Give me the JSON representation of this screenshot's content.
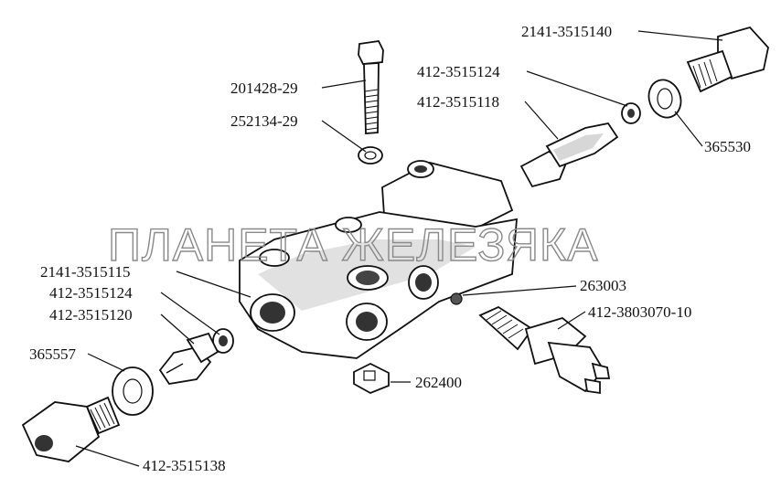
{
  "watermark": "ПЛАНЕТА ЖЕЛЕЗЯКА",
  "labels": {
    "bolt": "201428-29",
    "lock_washer": "252134-29",
    "fitting_top": "2141-3515140",
    "gasket_top_small": "412-3515124",
    "piston_top": "412-3515118",
    "washer_top": "365530",
    "body": "2141-3515115",
    "gasket_left_small": "412-3515124",
    "piston_left": "412-3515120",
    "washer_left": "365557",
    "ball": "263003",
    "switch": "412-3803070-10",
    "nut": "262400",
    "fitting_left": "412-3515138"
  }
}
